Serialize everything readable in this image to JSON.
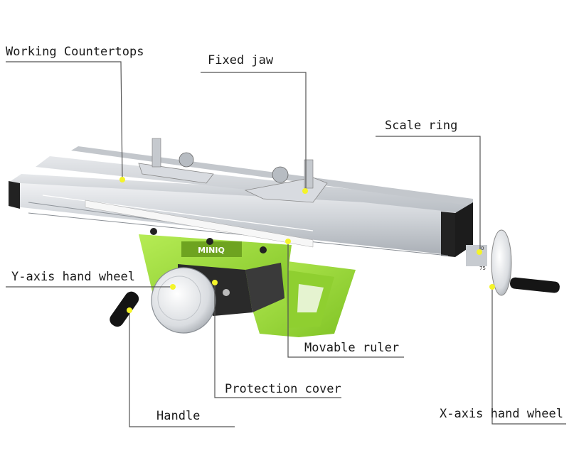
{
  "labels": {
    "working_countertops": "Working Countertops",
    "fixed_jaw": "Fixed jaw",
    "scale_ring": "Scale ring",
    "y_axis_hand_wheel": "Y-axis hand wheel",
    "movable_ruler": "Movable ruler",
    "protection_cover": "Protection cover",
    "handle": "Handle",
    "x_axis_hand_wheel": "X-axis hand wheel"
  },
  "product": {
    "brand_text": "MINIQ",
    "scale_ring_marks": [
      "0",
      "75"
    ]
  },
  "colors": {
    "body_green": "#9fdc3a",
    "aluminium": "#d6d9dd",
    "marker_yellow": "#f4f42a",
    "leader_line": "#555555"
  }
}
